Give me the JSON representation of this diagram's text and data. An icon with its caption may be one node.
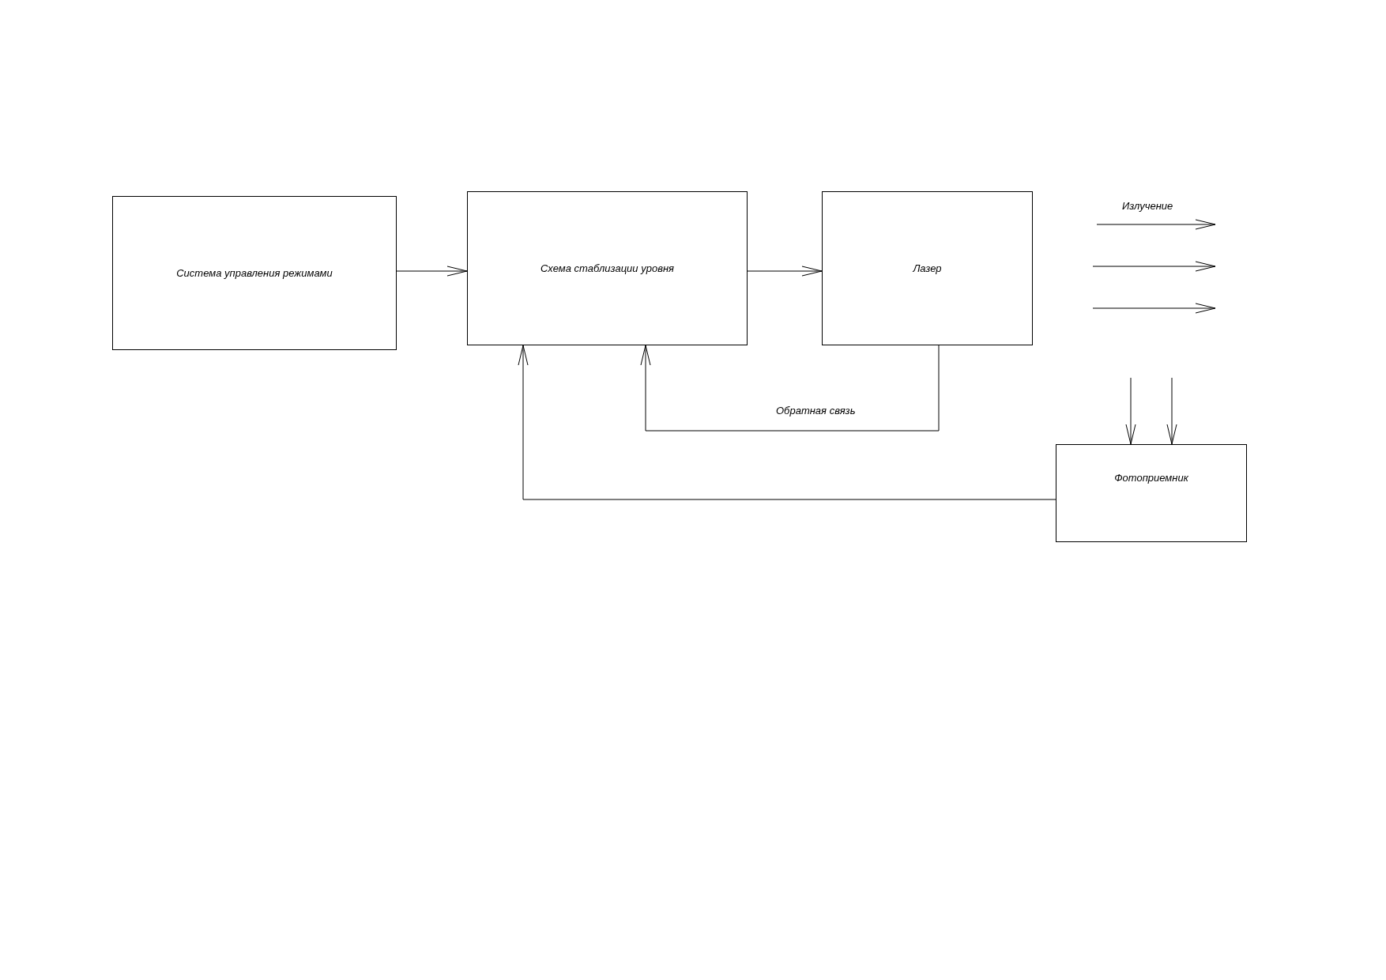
{
  "diagram": {
    "nodes": [
      {
        "text": [
          "Система управления режимами"
        ]
      },
      {
        "text": [
          "Схема стаблизации уровня"
        ]
      },
      {
        "text": [
          "Лазер"
        ]
      },
      {
        "text": [
          "Фотоприемник"
        ]
      }
    ],
    "edges": [
      {
        "from": 0,
        "to": 1,
        "arrow": "to"
      },
      {
        "from": 1,
        "to": 2,
        "arrow": "to"
      },
      {
        "from": 2,
        "to": 1,
        "arrow": "to",
        "label": "Обратная связь"
      },
      {
        "from": 3,
        "to": 1,
        "arrow": "to"
      },
      {
        "from": null,
        "to": 3,
        "arrow": "to"
      },
      {
        "from": null,
        "to": 3,
        "arrow": "to"
      }
    ],
    "labels": [
      "Излучение"
    ]
  }
}
